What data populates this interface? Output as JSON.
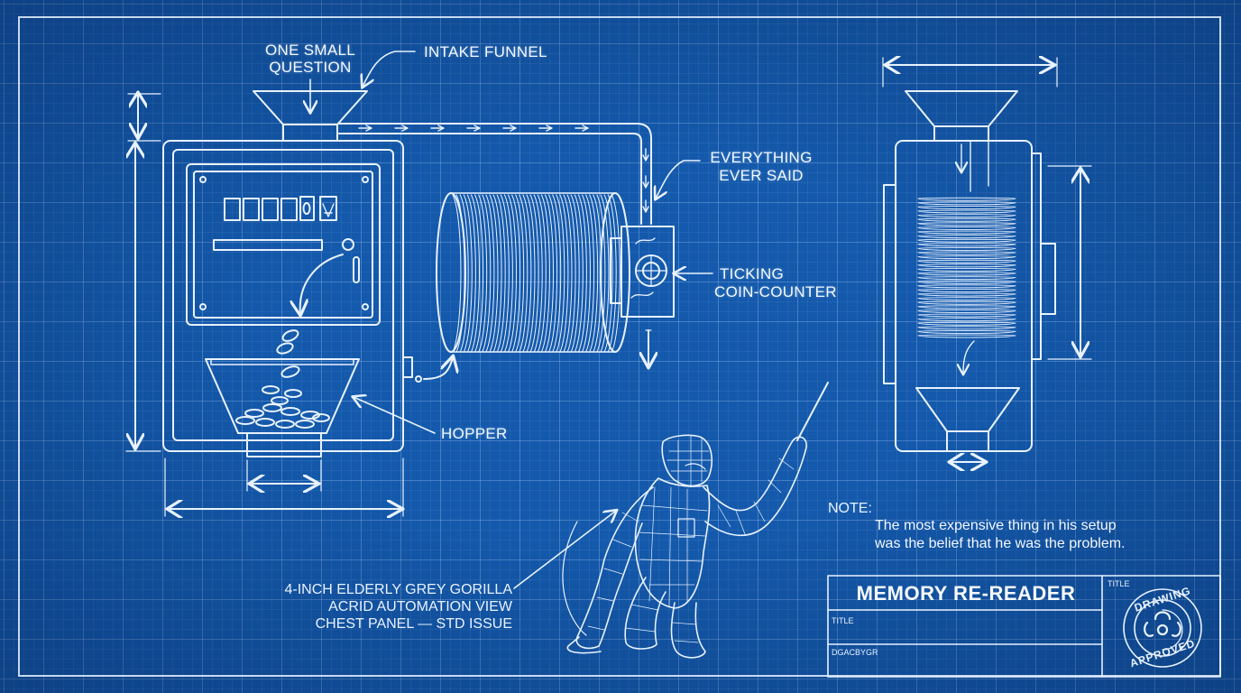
{
  "labels": {
    "one_small_question_1": "ONE SMALL",
    "one_small_question_2": "QUESTION",
    "intake_funnel": "INTAKE FUNNEL",
    "everything_1": "EVERYTHING",
    "everything_2": "EVER SAID",
    "ticking_1": "TICKING",
    "ticking_2": "COIN-COUNTER",
    "hopper": "HOPPER",
    "gorilla_1": "4-INCH ELDERLY GREY GORILLA",
    "gorilla_2": "ACRID AUTOMATION VIEW",
    "gorilla_3": "CHEST PANEL — STD ISSUE"
  },
  "note": {
    "title": "NOTE:",
    "line_1": "The most expensive thing in his setup",
    "line_2": "was the belief that he was the problem."
  },
  "title_block": {
    "title": "MEMORY RE-READER",
    "field_title": "TITLE",
    "field_title_right": "TITLE",
    "field_code": "DGACBYGR",
    "stamp_top": "DRAWING",
    "stamp_bottom": "APPROVED"
  },
  "colors": {
    "background": "#1459ab",
    "line": "#e8f2ff"
  },
  "icons": {
    "stamp": "biohazard-icon"
  }
}
